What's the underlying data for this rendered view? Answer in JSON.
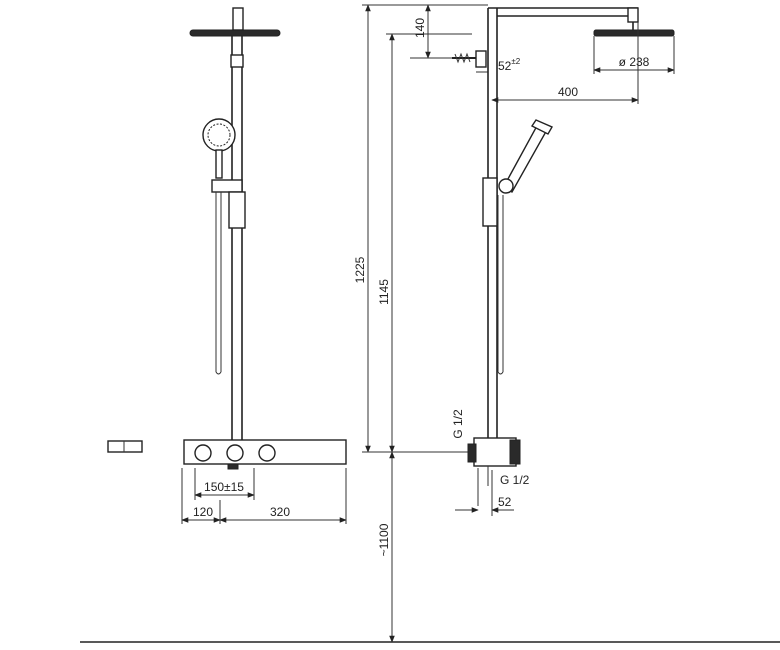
{
  "dimensions": {
    "overall_height": "1225",
    "riser_height": "1145",
    "head_drop": "140",
    "wall_bracket": "52",
    "wall_bracket_tolerance": "±2",
    "arm_length": "400",
    "head_diameter": "ø 238",
    "inlet_top": "G 1/2",
    "inlet_side": "G 1/2",
    "thermostat_depth": "52",
    "mounting_height": "~1100",
    "inlet_spacing": "150±15",
    "left_offset": "120",
    "thermostat_width": "320"
  },
  "views": {
    "front": "front-view",
    "side": "side-view"
  },
  "colors": {
    "line": "#222222",
    "background": "#ffffff"
  }
}
